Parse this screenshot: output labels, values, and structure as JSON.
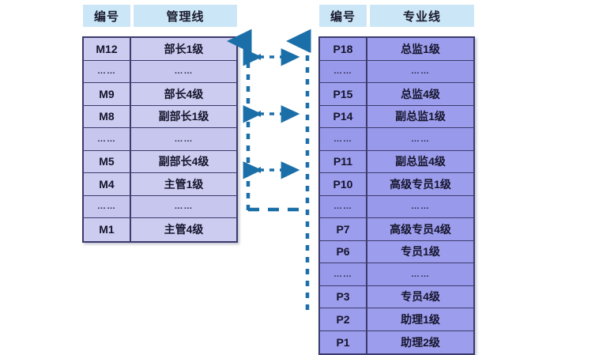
{
  "diagram": {
    "title_hidden": "",
    "accent_color": "#1b6fa8",
    "management_fill": "#ccccf0",
    "professional_fill": "#9d9dee",
    "header_fill": "#cbe6f6",
    "border_color": "#3b3b6d"
  },
  "management_track": {
    "header": {
      "id": "编号",
      "name": "管理线"
    },
    "rows": [
      {
        "id": "M12",
        "name": "部长1级",
        "dots": false
      },
      {
        "id": "……",
        "name": "……",
        "dots": true
      },
      {
        "id": "M9",
        "name": "部长4级",
        "dots": false
      },
      {
        "id": "M8",
        "name": "副部长1级",
        "dots": false
      },
      {
        "id": "……",
        "name": "……",
        "dots": true
      },
      {
        "id": "M5",
        "name": "副部长4级",
        "dots": false
      },
      {
        "id": "M4",
        "name": "主管1级",
        "dots": false
      },
      {
        "id": "……",
        "name": "……",
        "dots": true
      },
      {
        "id": "M1",
        "name": "主管4级",
        "dots": false
      }
    ]
  },
  "professional_track": {
    "header": {
      "id": "编号",
      "name": "专业线"
    },
    "rows": [
      {
        "id": "P18",
        "name": "总监1级",
        "dots": false
      },
      {
        "id": "……",
        "name": "……",
        "dots": true
      },
      {
        "id": "P15",
        "name": "总监4级",
        "dots": false
      },
      {
        "id": "P14",
        "name": "副总监1级",
        "dots": false
      },
      {
        "id": "……",
        "name": "……",
        "dots": true
      },
      {
        "id": "P11",
        "name": "副总监4级",
        "dots": false
      },
      {
        "id": "P10",
        "name": "高级专员1级",
        "dots": false
      },
      {
        "id": "……",
        "name": "……",
        "dots": true
      },
      {
        "id": "P7",
        "name": "高级专员4级",
        "dots": false
      },
      {
        "id": "P6",
        "name": "专员1级",
        "dots": false
      },
      {
        "id": "……",
        "name": "……",
        "dots": true
      },
      {
        "id": "P3",
        "name": "专员4级",
        "dots": false
      },
      {
        "id": "P2",
        "name": "助理1级",
        "dots": false
      },
      {
        "id": "P1",
        "name": "助理2级",
        "dots": false
      }
    ]
  },
  "connectors": {
    "vertical_left": {
      "label": "management-growth-arrow",
      "direction": "up"
    },
    "vertical_right": {
      "label": "professional-growth-arrow",
      "direction": "up"
    },
    "cross_links": [
      {
        "label": "cross-link-top",
        "direction": "both"
      },
      {
        "label": "cross-link-middle",
        "direction": "both"
      },
      {
        "label": "cross-link-lower",
        "direction": "both"
      }
    ],
    "baseline": {
      "label": "entry-baseline",
      "direction": "none"
    }
  }
}
